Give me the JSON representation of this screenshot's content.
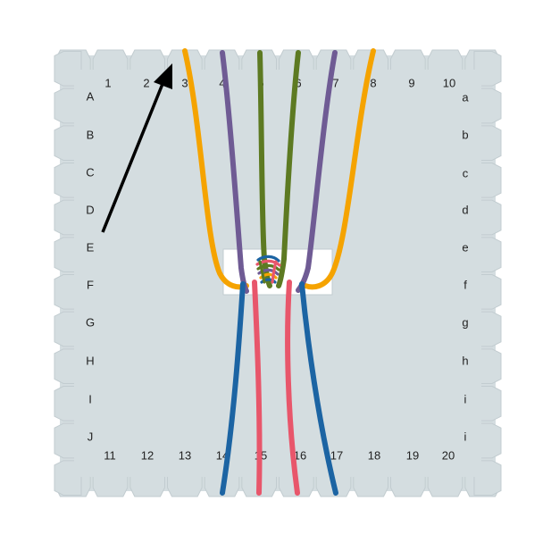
{
  "board": {
    "fill": "#d4dde0",
    "edge": "#c2ccd0",
    "top_numbers": [
      "1",
      "2",
      "3",
      "4",
      "5",
      "6",
      "7",
      "8",
      "9",
      "10"
    ],
    "bottom_numbers": [
      "11",
      "12",
      "13",
      "14",
      "15",
      "16",
      "17",
      "18",
      "19",
      "20"
    ],
    "left_letters": [
      "A",
      "B",
      "C",
      "D",
      "E",
      "F",
      "G",
      "H",
      "I",
      "J"
    ],
    "right_letters": [
      "a",
      "b",
      "c",
      "d",
      "e",
      "f",
      "g",
      "h",
      "i",
      "i"
    ]
  },
  "threads": {
    "colors": {
      "orange": "#f5a300",
      "purple": "#6f5b94",
      "green": "#5d7a22",
      "blue": "#1c64a3",
      "pink": "#e8566b"
    }
  },
  "arrow": {
    "color": "#000000"
  }
}
